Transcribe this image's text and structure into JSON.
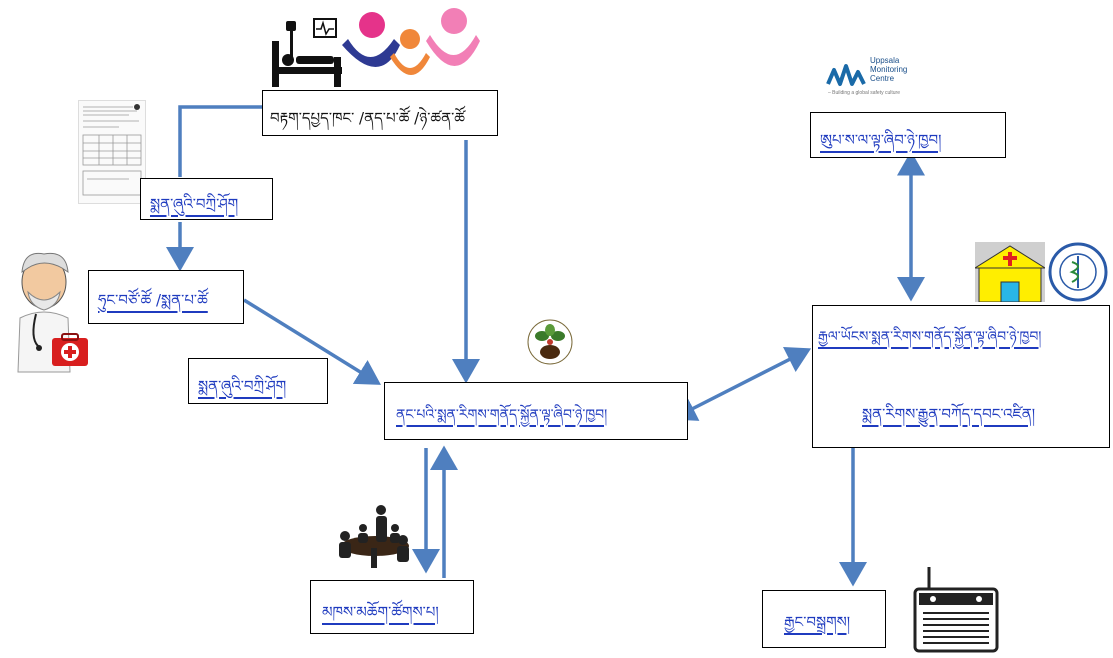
{
  "nodes": {
    "source": "བརྟག་དཔྱད་ཁང་ /ནད་པ་ཚོ /ཉེ་ཚན་ཚོ",
    "form_top": "སྨན་ཞུའི་བཀྲི་ཤོག",
    "doctors": "ཧུང་བཙོ་ཚོ /སྨན་པ་ཚོ",
    "form_mid": "སྨན་ཞུའི་བཀྲི་ཤོག",
    "center": "ནང་པའི་སྨན་རིགས་གནོད་སྐྱོན་ལྟ་ཞིབ་ཉེ་ཁྱབ།",
    "uppsala_node": "ཨུཔ་ས་ལ་ལྟ་ཞིབ་ཉེ་ཁྱབ།",
    "intl_line1": "རྒྱལ་ཡོངས་སྨན་རིགས་གནོད་སྐྱོན་ལྟ་ཞིབ་ཉེ་ཁྱབ།",
    "intl_line2": "སྨན་རིགས་རྒྱུན་བཀོད་དབང་འཛིན།",
    "committee": "མཁས་མཆོག་ཚོགས་པ།",
    "broadcast": "རྒྱང་བསྒྲགས།"
  },
  "logo": {
    "name": "Uppsala",
    "name2": "Monitoring",
    "name3": "Centre",
    "tagline": "– Building a global safety culture"
  },
  "colors": {
    "arrow": "#4f7fbf",
    "label_blue": "#1f3bbf",
    "hospital_house": "#ffee00",
    "hospital_cross": "#e02020"
  }
}
